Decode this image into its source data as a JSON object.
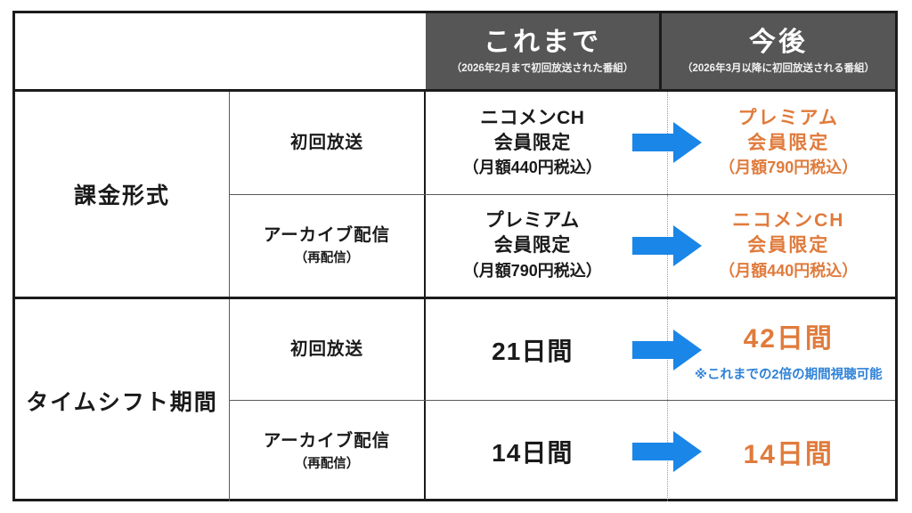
{
  "table": {
    "header": {
      "corner_label": "",
      "columns": [
        {
          "title": "これまで",
          "subtitle": "（2026年2月まで初回放送された番組）"
        },
        {
          "title": "今後",
          "subtitle": "（2026年3月以降に初回放送される番組）"
        }
      ]
    },
    "sections": [
      {
        "category": "課金形式",
        "rows": [
          {
            "sub_label": "初回放送",
            "sub_note": "",
            "past": {
              "line1": "ニコメンCH",
              "line2": "会員限定",
              "price": "（月額440円税込）"
            },
            "future": {
              "line1": "プレミアム",
              "line2": "会員限定",
              "price": "（月額790円税込）",
              "note": ""
            },
            "arrow": "right-arrow-icon"
          },
          {
            "sub_label": "アーカイブ配信",
            "sub_note": "（再配信）",
            "past": {
              "line1": "プレミアム",
              "line2": "会員限定",
              "price": "（月額790円税込）"
            },
            "future": {
              "line1": "ニコメンCH",
              "line2": "会員限定",
              "price": "（月額440円税込）",
              "note": ""
            },
            "arrow": "right-arrow-icon"
          }
        ]
      },
      {
        "category": "タイムシフト期間",
        "rows": [
          {
            "sub_label": "初回放送",
            "sub_note": "",
            "past": {
              "value": "21日間"
            },
            "future": {
              "value": "42日間",
              "note": "※これまでの2倍の期間視聴可能"
            },
            "arrow": "right-arrow-icon"
          },
          {
            "sub_label": "アーカイブ配信",
            "sub_note": "（再配信）",
            "past": {
              "value": "14日間"
            },
            "future": {
              "value": "14日間",
              "note": ""
            },
            "arrow": "right-arrow-icon"
          }
        ]
      }
    ]
  },
  "colors": {
    "header_background": "#565656",
    "header_text": "#ffffff",
    "border": "#1b1b1b",
    "past_text": "#1a1a1a",
    "future_accent": "#e07b3c",
    "note_blue": "#2f82d8",
    "arrow_blue": "#1a86e8",
    "background": "#ffffff"
  }
}
